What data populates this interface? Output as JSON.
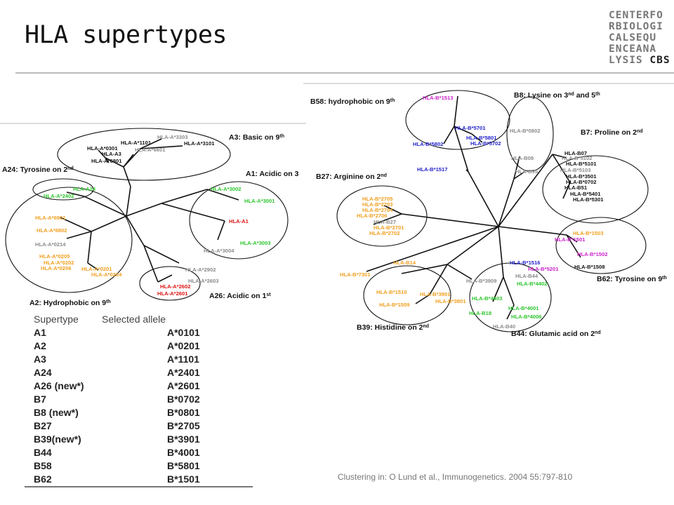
{
  "title": "HLA supertypes",
  "logo": {
    "rows": [
      "CENTERFO",
      "RBIOLOGI",
      "CALSEQU",
      "ENCEANA",
      "LYSIS"
    ],
    "tail": "CBS"
  },
  "left_figure": {
    "groups": [
      "A3: Basic on 9th",
      "A24: Tyrosine on 2nd",
      "A1: Acidic on 3",
      "A2: Hydrophobic on 9th",
      "A26: Acidic on 1st"
    ],
    "leaves": [
      {
        "text": "HLA-A*3303",
        "c": "g"
      },
      {
        "text": "HLA-A*1101",
        "c": "k"
      },
      {
        "text": "HLA-A*3101",
        "c": "k"
      },
      {
        "text": "HLA-A*0301",
        "c": "k"
      },
      {
        "text": "HLA-A*6601",
        "c": "g"
      },
      {
        "text": "HLA-A3",
        "c": "k"
      },
      {
        "text": "HLA-A*6801",
        "c": "k"
      },
      {
        "text": "HLA-A24",
        "c": "gr"
      },
      {
        "text": "HLA-A*2402",
        "c": "gr"
      },
      {
        "text": "HLA-A*3002",
        "c": "gr"
      },
      {
        "text": "HLA-A*3001",
        "c": "gr"
      },
      {
        "text": "HLA-A1",
        "c": "r"
      },
      {
        "text": "HLA-A*3003",
        "c": "gr"
      },
      {
        "text": "HLA-A*3004",
        "c": "g"
      },
      {
        "text": "HLA-A*6901",
        "c": "o"
      },
      {
        "text": "HLA-A*6802",
        "c": "o"
      },
      {
        "text": "HLA-A*0214",
        "c": "g"
      },
      {
        "text": "HLA-A*0205",
        "c": "o"
      },
      {
        "text": "HLA-A*0202",
        "c": "o"
      },
      {
        "text": "HLA-A*0206",
        "c": "o"
      },
      {
        "text": "HLA-A*0201",
        "c": "o"
      },
      {
        "text": "HLA-A*0204",
        "c": "o"
      },
      {
        "text": "HLA-A*2902",
        "c": "g"
      },
      {
        "text": "HLA-A*2603",
        "c": "g"
      },
      {
        "text": "HLA-A*2602",
        "c": "r"
      },
      {
        "text": "HLA-A*2601",
        "c": "r"
      }
    ]
  },
  "right_figure": {
    "groups": [
      "B58: hydrophobic on 9th",
      "B8: Lysine on 3nd and 5th",
      "B7: Proline on 2nd",
      "B27: Arginine on 2nd",
      "B62: Tyrosine on 9th",
      "B39: Histidine on 2nd",
      "B44: Glutamic acid on 2nd"
    ],
    "leaves": [
      {
        "text": "HLA-B*1513",
        "c": "m"
      },
      {
        "text": "HLA-B*5701",
        "c": "b"
      },
      {
        "text": "HLA-B*5801",
        "c": "b"
      },
      {
        "text": "HLA-B*5702",
        "c": "b"
      },
      {
        "text": "HLA-B*5802",
        "c": "b"
      },
      {
        "text": "HLA-B*1517",
        "c": "b"
      },
      {
        "text": "HLA-B*0802",
        "c": "g"
      },
      {
        "text": "HLA-B08",
        "c": "g"
      },
      {
        "text": "HLA-B35",
        "c": "g"
      },
      {
        "text": "HLA-B07",
        "c": "k"
      },
      {
        "text": "HLA-B*5102",
        "c": "g"
      },
      {
        "text": "HLA-B*5101",
        "c": "k"
      },
      {
        "text": "HLA-B*5103",
        "c": "g"
      },
      {
        "text": "HLA-B*3501",
        "c": "k"
      },
      {
        "text": "HLA-B*0702",
        "c": "k"
      },
      {
        "text": "HLA-B51",
        "c": "k"
      },
      {
        "text": "HLA-B*5401",
        "c": "k"
      },
      {
        "text": "HLA-B*5301",
        "c": "k"
      },
      {
        "text": "HLA-B*2705",
        "c": "o"
      },
      {
        "text": "HLA-B*2703",
        "c": "o"
      },
      {
        "text": "HLA-B*2704",
        "c": "o"
      },
      {
        "text": "HLA-B*2706",
        "c": "o"
      },
      {
        "text": "HLA-B27",
        "c": "g"
      },
      {
        "text": "HLA-B*2701",
        "c": "o"
      },
      {
        "text": "HLA-B*2702",
        "c": "o"
      },
      {
        "text": "HLA-B*1503",
        "c": "o"
      },
      {
        "text": "HLA-B*1501",
        "c": "m"
      },
      {
        "text": "HLA-B*1502",
        "c": "m"
      },
      {
        "text": "HLA-B*1516",
        "c": "b"
      },
      {
        "text": "HLA-B*5201",
        "c": "m"
      },
      {
        "text": "HLA-B*1508",
        "c": "k"
      },
      {
        "text": "HLA-B14",
        "c": "o"
      },
      {
        "text": "HLA-B*3909",
        "c": "g"
      },
      {
        "text": "HLA-B44",
        "c": "g"
      },
      {
        "text": "HLA-B*4402",
        "c": "gr"
      },
      {
        "text": "HLA-B*7301",
        "c": "o"
      },
      {
        "text": "HLA-B*1510",
        "c": "o"
      },
      {
        "text": "HLA-B*3901",
        "c": "o"
      },
      {
        "text": "HLA-B*3801",
        "c": "o"
      },
      {
        "text": "HLA-B*1509",
        "c": "o"
      },
      {
        "text": "HLA-B*4403",
        "c": "gr"
      },
      {
        "text": "HLA-B18",
        "c": "gr"
      },
      {
        "text": "HLA-B*4001",
        "c": "gr"
      },
      {
        "text": "HLA-B*4006",
        "c": "gr"
      },
      {
        "text": "HLA-B40",
        "c": "g"
      }
    ]
  },
  "table": {
    "headers": [
      "Supertype",
      "Selected allele"
    ],
    "rows": [
      [
        "A1",
        "A*0101"
      ],
      [
        "A2",
        "A*0201"
      ],
      [
        "A3",
        "A*1101"
      ],
      [
        "A24",
        "A*2401"
      ],
      [
        "A26 (new*)",
        "A*2601"
      ],
      [
        "B7",
        "B*0702"
      ],
      [
        "B8 (new*)",
        "B*0801"
      ],
      [
        "B27",
        "B*2705"
      ],
      [
        "B39(new*)",
        "B*3901"
      ],
      [
        "B44",
        "B*4001"
      ],
      [
        "B58",
        "B*5801"
      ],
      [
        "B62",
        "B*1501"
      ]
    ]
  },
  "caption": "Clustering in: O Lund et al., Immunogenetics. 2004 55:797-810"
}
